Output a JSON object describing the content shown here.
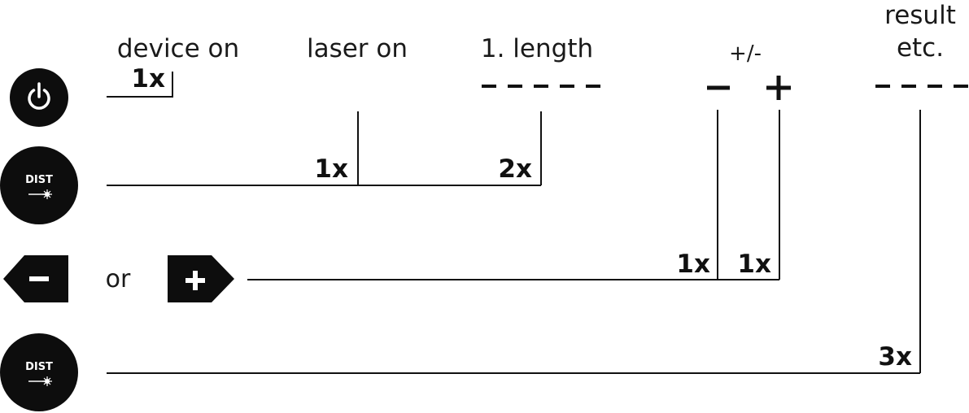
{
  "headers": {
    "device_on": "device on",
    "laser_on": "laser on",
    "first_length": "1. length",
    "plus_minus": "+/-",
    "result_line1": "result",
    "result_line2": "etc."
  },
  "counts": {
    "device_on": "1x",
    "laser_on": "1x",
    "first_length": "2x",
    "minus": "1x",
    "plus": "1x",
    "result": "3x"
  },
  "buttons": {
    "power": {
      "icon": "power-icon"
    },
    "dist_top": {
      "label": "DIST",
      "icon": "laser-icon"
    },
    "minus": {
      "icon": "minus-icon"
    },
    "plus": {
      "icon": "plus-icon"
    },
    "dist_bottom": {
      "label": "DIST",
      "icon": "laser-icon"
    }
  },
  "or_label": "or",
  "colors": {
    "button": "#0d0d0d",
    "ink": "#111111",
    "icon": "#ffffff"
  }
}
